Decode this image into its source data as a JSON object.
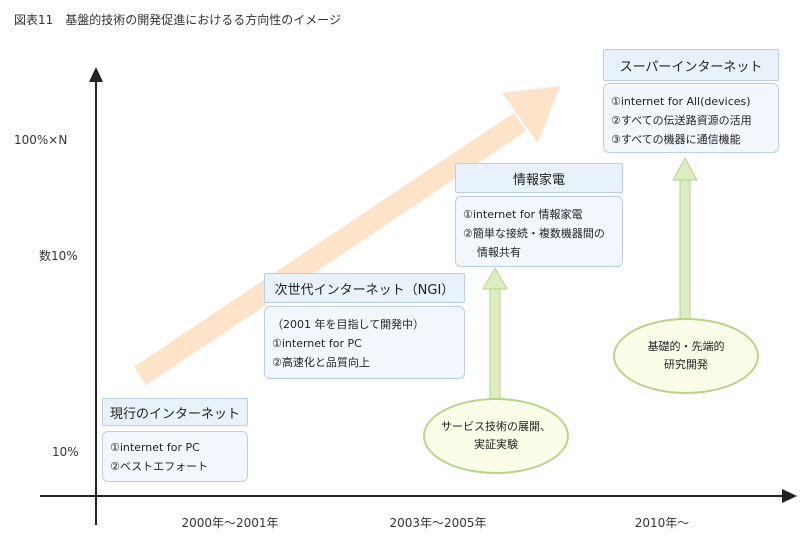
{
  "figure": {
    "title": "図表11　基盤的技術の開発促進におけるる方向性のイメージ"
  },
  "y_axis": {
    "ticks": [
      "100%×N",
      "数10%",
      "10%"
    ]
  },
  "x_axis": {
    "ticks": [
      "2000年〜2001年",
      "2003年〜2005年",
      "2010年〜"
    ]
  },
  "stages": [
    {
      "title": "現行のインターネット",
      "lines": [
        "①internet for PC",
        "②ベストエフォート"
      ]
    },
    {
      "title": "次世代インターネット（NGI）",
      "lines": [
        "（2001 年を目指して開発中）",
        "①internet for PC",
        "②高速化と品質向上"
      ]
    },
    {
      "title": "情報家電",
      "lines": [
        "①internet for  情報家電",
        "②簡単な接続・複数機器間の",
        "情報共有"
      ]
    },
    {
      "title": "スーパーインターネット",
      "lines": [
        "①internet for All(devices)",
        "②すべての伝送路資源の活用",
        "③すべての機器に通信機能"
      ]
    }
  ],
  "drivers": [
    {
      "lines": [
        "サービス技術の展開、",
        "実証実験"
      ]
    },
    {
      "lines": [
        "基礎的・先端的",
        "研究開発"
      ]
    }
  ],
  "colors": {
    "trend_arrow": "#fde3c8",
    "driver_arrow": "#dcedc1",
    "driver_border": "#b7d488",
    "box_fill": "#e8f2fb",
    "box_border": "#b9cfe4"
  }
}
